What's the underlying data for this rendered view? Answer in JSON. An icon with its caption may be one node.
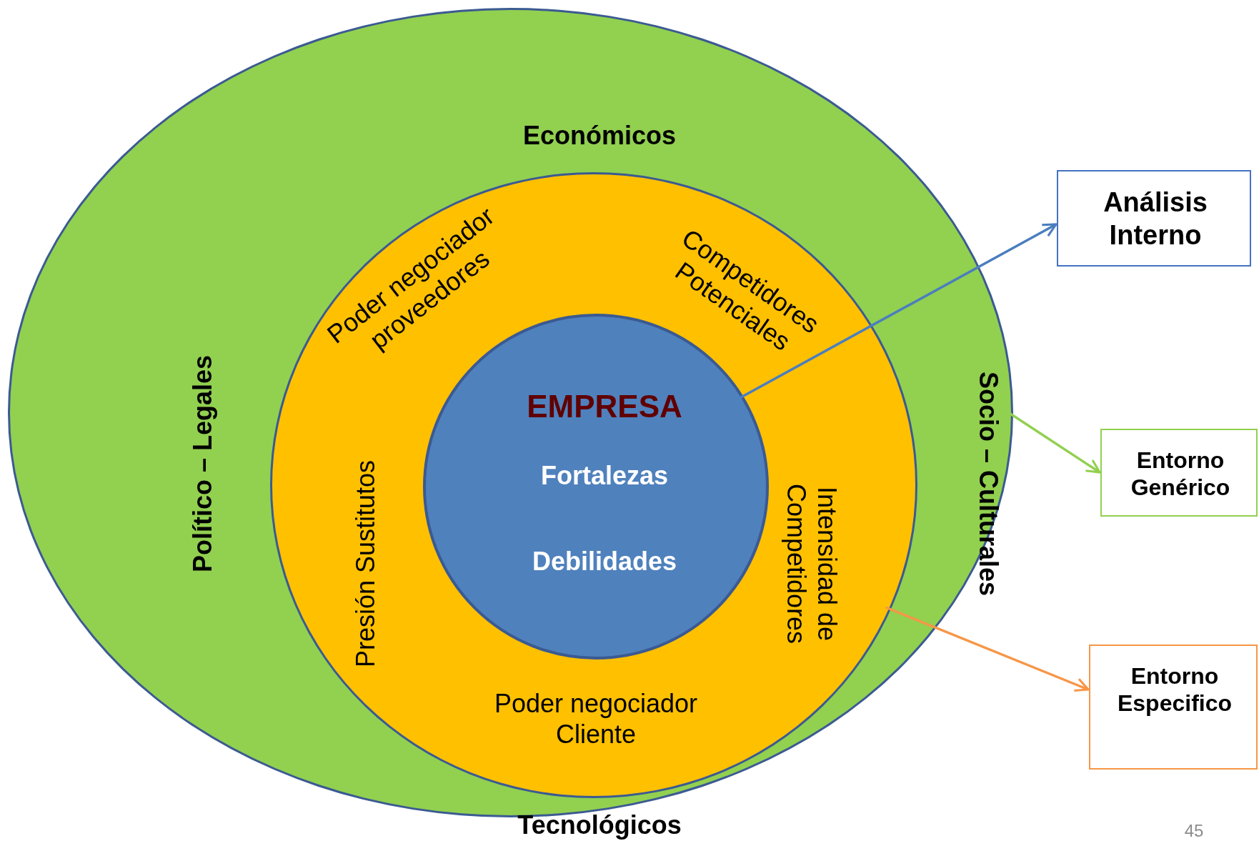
{
  "diagram": {
    "nodes": [
      {
        "text": [
          "Económicos",
          "Político – Legales",
          "Socio – Culturales",
          "Tecnológicos"
        ]
      },
      {
        "text": [
          "Poder negociador proveedores",
          "Competidores Potenciales",
          "Presión Sustitutos",
          "Intensidad de Competidores",
          "Poder negociador Cliente"
        ],
        "in": 0
      },
      {
        "text": [
          "EMPRESA",
          "Fortalezas",
          "Debilidades"
        ],
        "in": 1
      },
      {
        "text": [
          "Análisis Interno"
        ]
      },
      {
        "text": [
          "Entorno Genérico"
        ]
      },
      {
        "text": [
          "Entorno Especifico"
        ]
      }
    ],
    "edges": [
      {
        "from": 2,
        "to": 3,
        "arrow": "to",
        "color": "#4a7ebf"
      },
      {
        "from": 0,
        "to": 4,
        "arrow": "to",
        "color": "#92d050"
      },
      {
        "from": 1,
        "to": 5,
        "arrow": "to",
        "color": "#f79646"
      }
    ],
    "labels": [
      "45"
    ]
  }
}
